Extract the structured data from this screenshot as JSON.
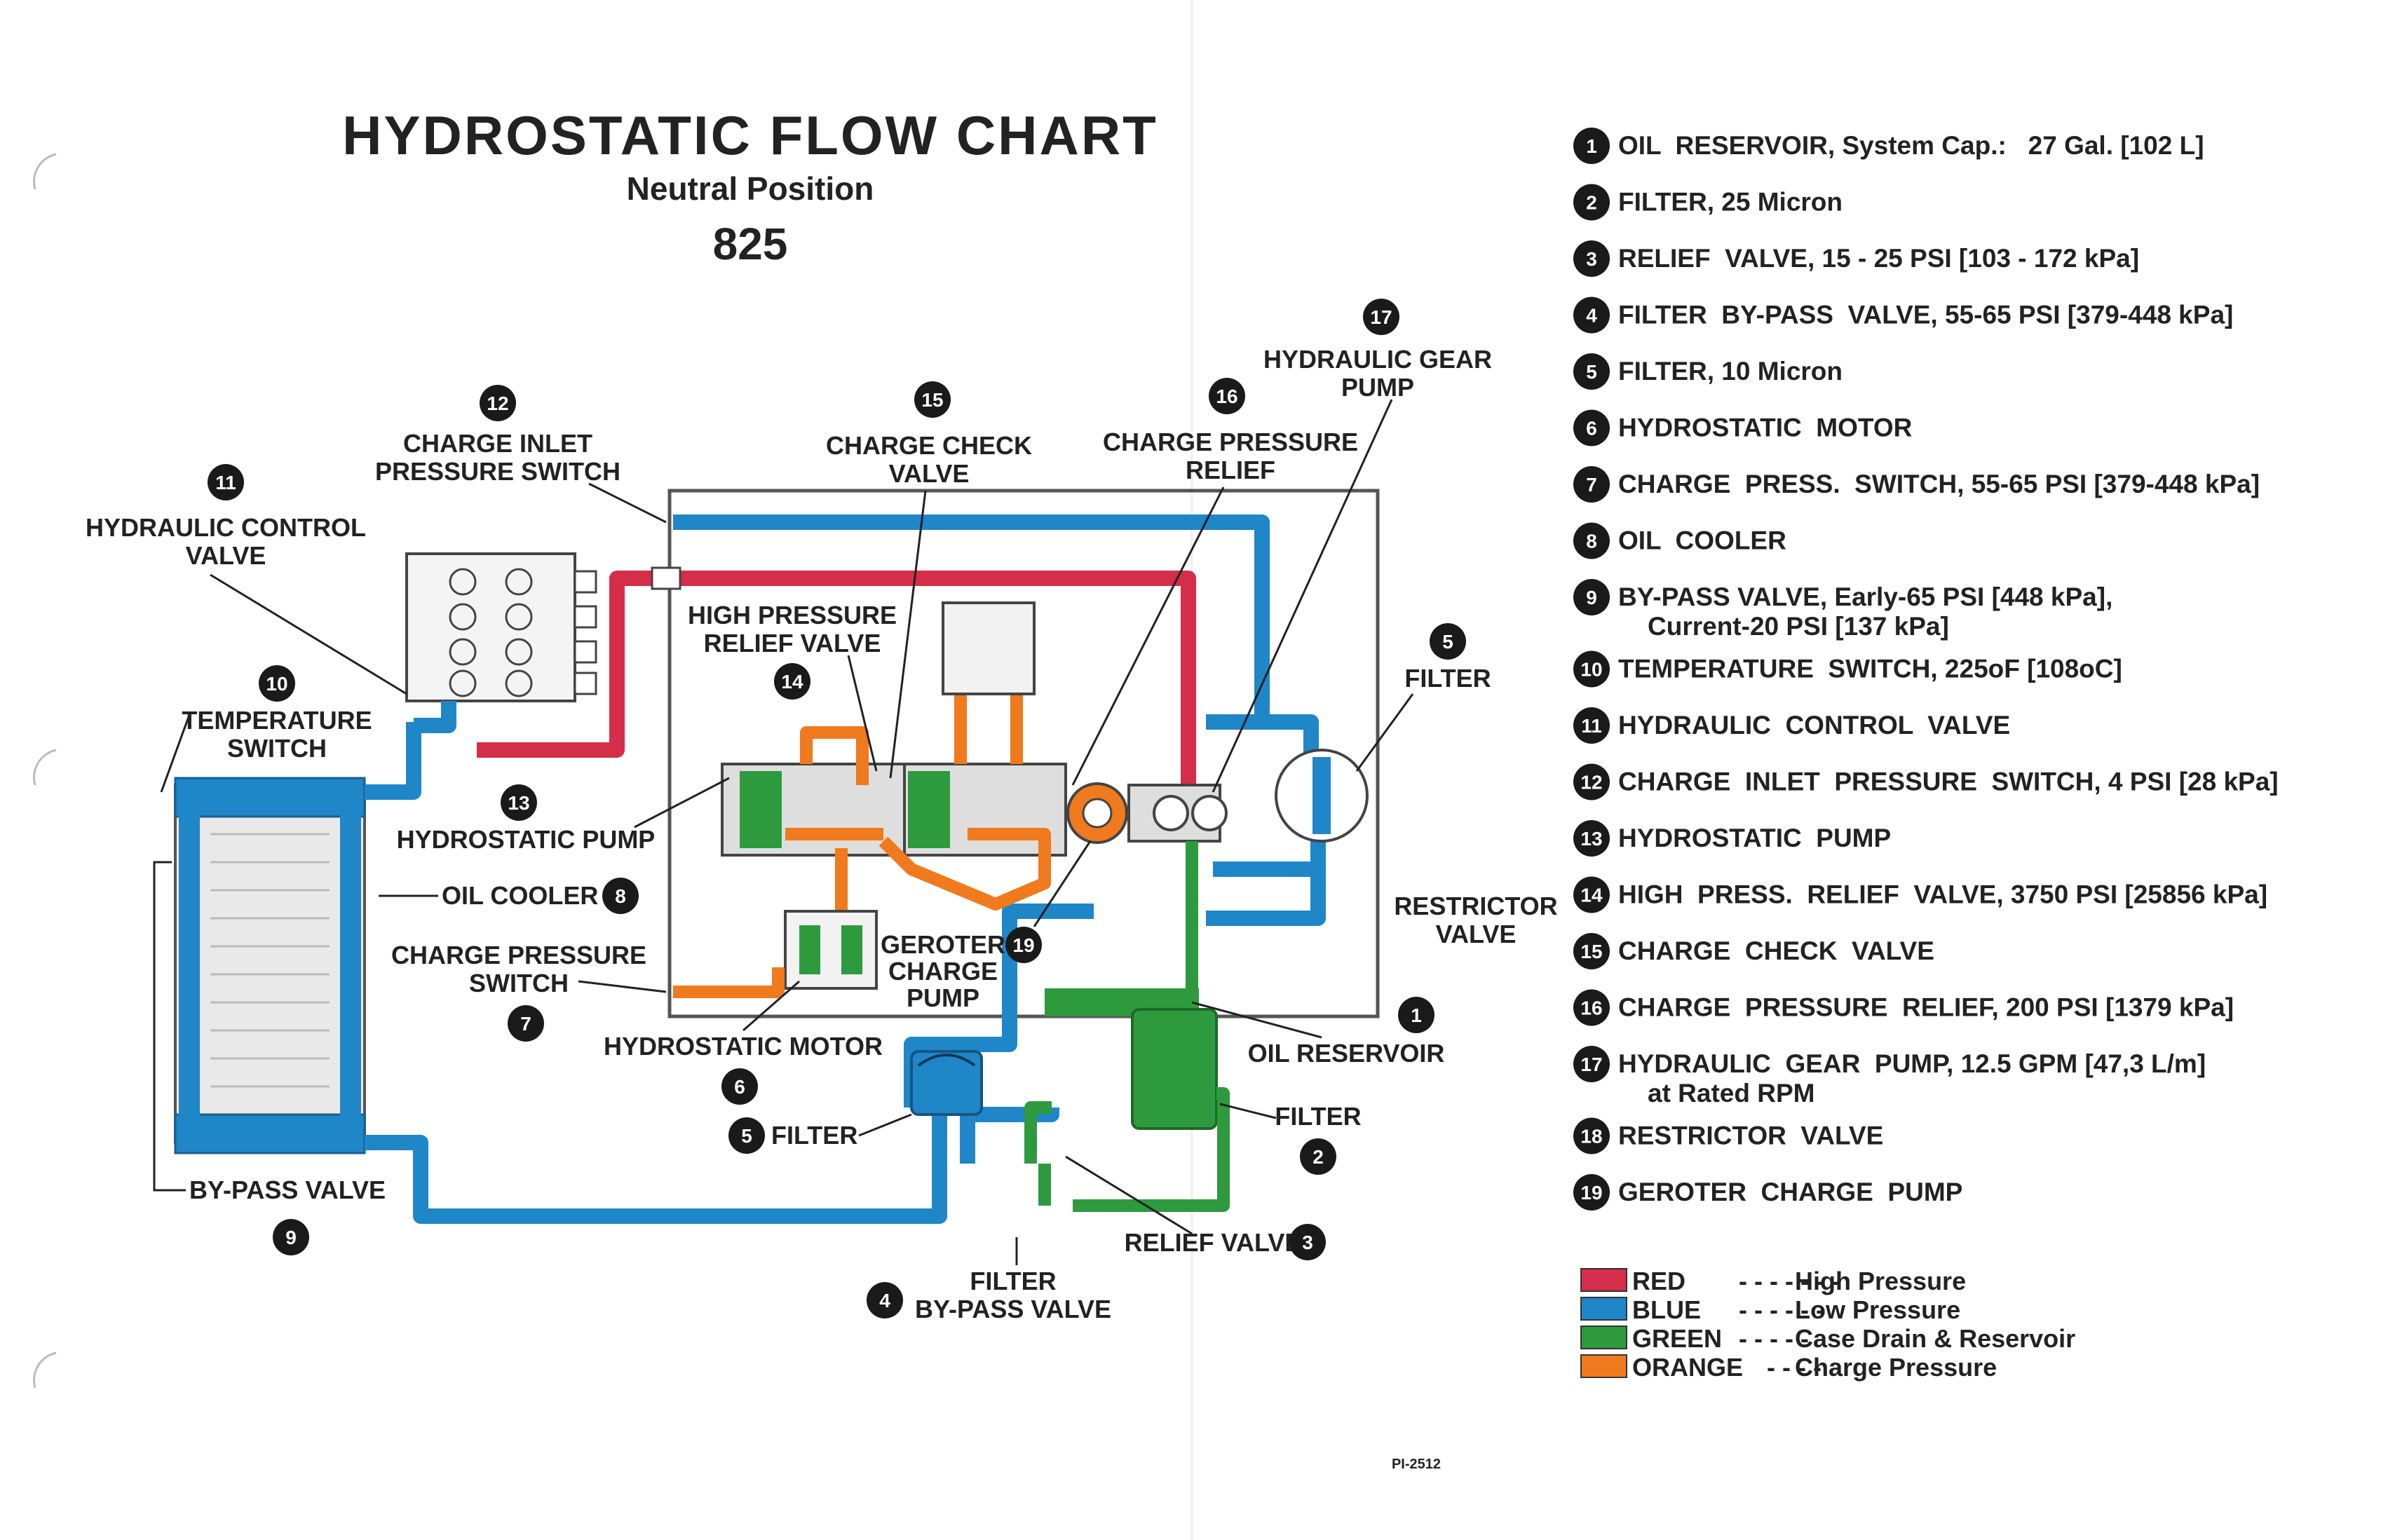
{
  "title": "HYDROSTATIC FLOW CHART",
  "subtitle": "Neutral Position",
  "model": "825",
  "doc_ref": "PI-2512",
  "colors": {
    "red": "#d42e4a",
    "blue": "#1f86c8",
    "green": "#2e9a3e",
    "orange": "#f07a1e",
    "badge": "#1a1a1a"
  },
  "callouts": {
    "c1": {
      "num": "1",
      "line1": "OIL RESERVOIR",
      "line2": ""
    },
    "c2": {
      "num": "2",
      "line1": "FILTER",
      "line2": ""
    },
    "c3": {
      "num": "3",
      "line1": "RELIEF VALVE",
      "line2": ""
    },
    "c4": {
      "num": "4",
      "line1": "FILTER",
      "line2": "BY-PASS VALVE"
    },
    "c5a": {
      "num": "5",
      "line1": "FILTER",
      "line2": ""
    },
    "c5b": {
      "num": "5",
      "line1": "FILTER",
      "line2": ""
    },
    "c6": {
      "num": "6",
      "line1": "HYDROSTATIC MOTOR",
      "line2": ""
    },
    "c7": {
      "num": "7",
      "line1": "CHARGE PRESSURE",
      "line2": "SWITCH"
    },
    "c8": {
      "num": "8",
      "line1": "OIL COOLER",
      "line2": ""
    },
    "c9": {
      "num": "9",
      "line1": "BY-PASS VALVE",
      "line2": ""
    },
    "c10": {
      "num": "10",
      "line1": "TEMPERATURE",
      "line2": "SWITCH"
    },
    "c11": {
      "num": "11",
      "line1": "HYDRAULIC CONTROL",
      "line2": "VALVE"
    },
    "c12": {
      "num": "12",
      "line1": "CHARGE INLET",
      "line2": "PRESSURE SWITCH"
    },
    "c13": {
      "num": "13",
      "line1": "HYDROSTATIC PUMP",
      "line2": ""
    },
    "c14": {
      "num": "14",
      "line1": "HIGH PRESSURE",
      "line2": "RELIEF VALVE"
    },
    "c15": {
      "num": "15",
      "line1": "CHARGE CHECK",
      "line2": "VALVE"
    },
    "c16": {
      "num": "16",
      "line1": "CHARGE PRESSURE",
      "line2": "RELIEF"
    },
    "c17": {
      "num": "17",
      "line1": "HYDRAULIC GEAR",
      "line2": "PUMP"
    },
    "c18": {
      "num": "",
      "line1": "RESTRICTOR",
      "line2": "VALVE"
    },
    "c19": {
      "num": "19",
      "line1": "GEROTER",
      "line2": "CHARGE",
      "line3": "PUMP"
    }
  },
  "key": [
    {
      "num": "1",
      "text": "OIL  RESERVOIR, System Cap.:   27 Gal. [102 L]",
      "text2": ""
    },
    {
      "num": "2",
      "text": "FILTER, 25 Micron",
      "text2": ""
    },
    {
      "num": "3",
      "text": "RELIEF  VALVE, 15 - 25 PSI [103 - 172 kPa]",
      "text2": ""
    },
    {
      "num": "4",
      "text": "FILTER  BY-PASS  VALVE, 55-65 PSI [379-448 kPa]",
      "text2": ""
    },
    {
      "num": "5",
      "text": "FILTER, 10 Micron",
      "text2": ""
    },
    {
      "num": "6",
      "text": "HYDROSTATIC  MOTOR",
      "text2": ""
    },
    {
      "num": "7",
      "text": "CHARGE  PRESS.  SWITCH, 55-65 PSI [379-448 kPa]",
      "text2": ""
    },
    {
      "num": "8",
      "text": "OIL  COOLER",
      "text2": ""
    },
    {
      "num": "9",
      "text": "BY-PASS VALVE, Early-65 PSI [448 kPa],",
      "text2": "Current-20 PSI [137 kPa]"
    },
    {
      "num": "10",
      "text": "TEMPERATURE  SWITCH, 225oF [108oC]",
      "text2": ""
    },
    {
      "num": "11",
      "text": "HYDRAULIC  CONTROL  VALVE",
      "text2": ""
    },
    {
      "num": "12",
      "text": "CHARGE  INLET  PRESSURE  SWITCH, 4 PSI [28 kPa]",
      "text2": ""
    },
    {
      "num": "13",
      "text": "HYDROSTATIC  PUMP",
      "text2": ""
    },
    {
      "num": "14",
      "text": "HIGH  PRESS.  RELIEF  VALVE, 3750 PSI [25856 kPa]",
      "text2": ""
    },
    {
      "num": "15",
      "text": "CHARGE  CHECK  VALVE",
      "text2": ""
    },
    {
      "num": "16",
      "text": "CHARGE  PRESSURE  RELIEF, 200 PSI [1379 kPa]",
      "text2": ""
    },
    {
      "num": "17",
      "text": "HYDRAULIC  GEAR  PUMP, 12.5 GPM [47,3 L/m]",
      "text2": "at Rated RPM"
    },
    {
      "num": "18",
      "text": "RESTRICTOR  VALVE",
      "text2": ""
    },
    {
      "num": "19",
      "text": "GEROTER  CHARGE  PUMP",
      "text2": ""
    }
  ],
  "legend": [
    {
      "color": "#d42e4a",
      "name": "RED",
      "dashes": "- - - - - - -",
      "meaning": "High Pressure"
    },
    {
      "color": "#1f86c8",
      "name": "BLUE",
      "dashes": "- - - - - -",
      "meaning": "Low Pressure"
    },
    {
      "color": "#2e9a3e",
      "name": "GREEN",
      "dashes": "- - - - -",
      "meaning": "Case Drain & Reservoir"
    },
    {
      "color": "#f07a1e",
      "name": "ORANGE",
      "dashes": "- - - -",
      "meaning": "Charge Pressure"
    }
  ]
}
